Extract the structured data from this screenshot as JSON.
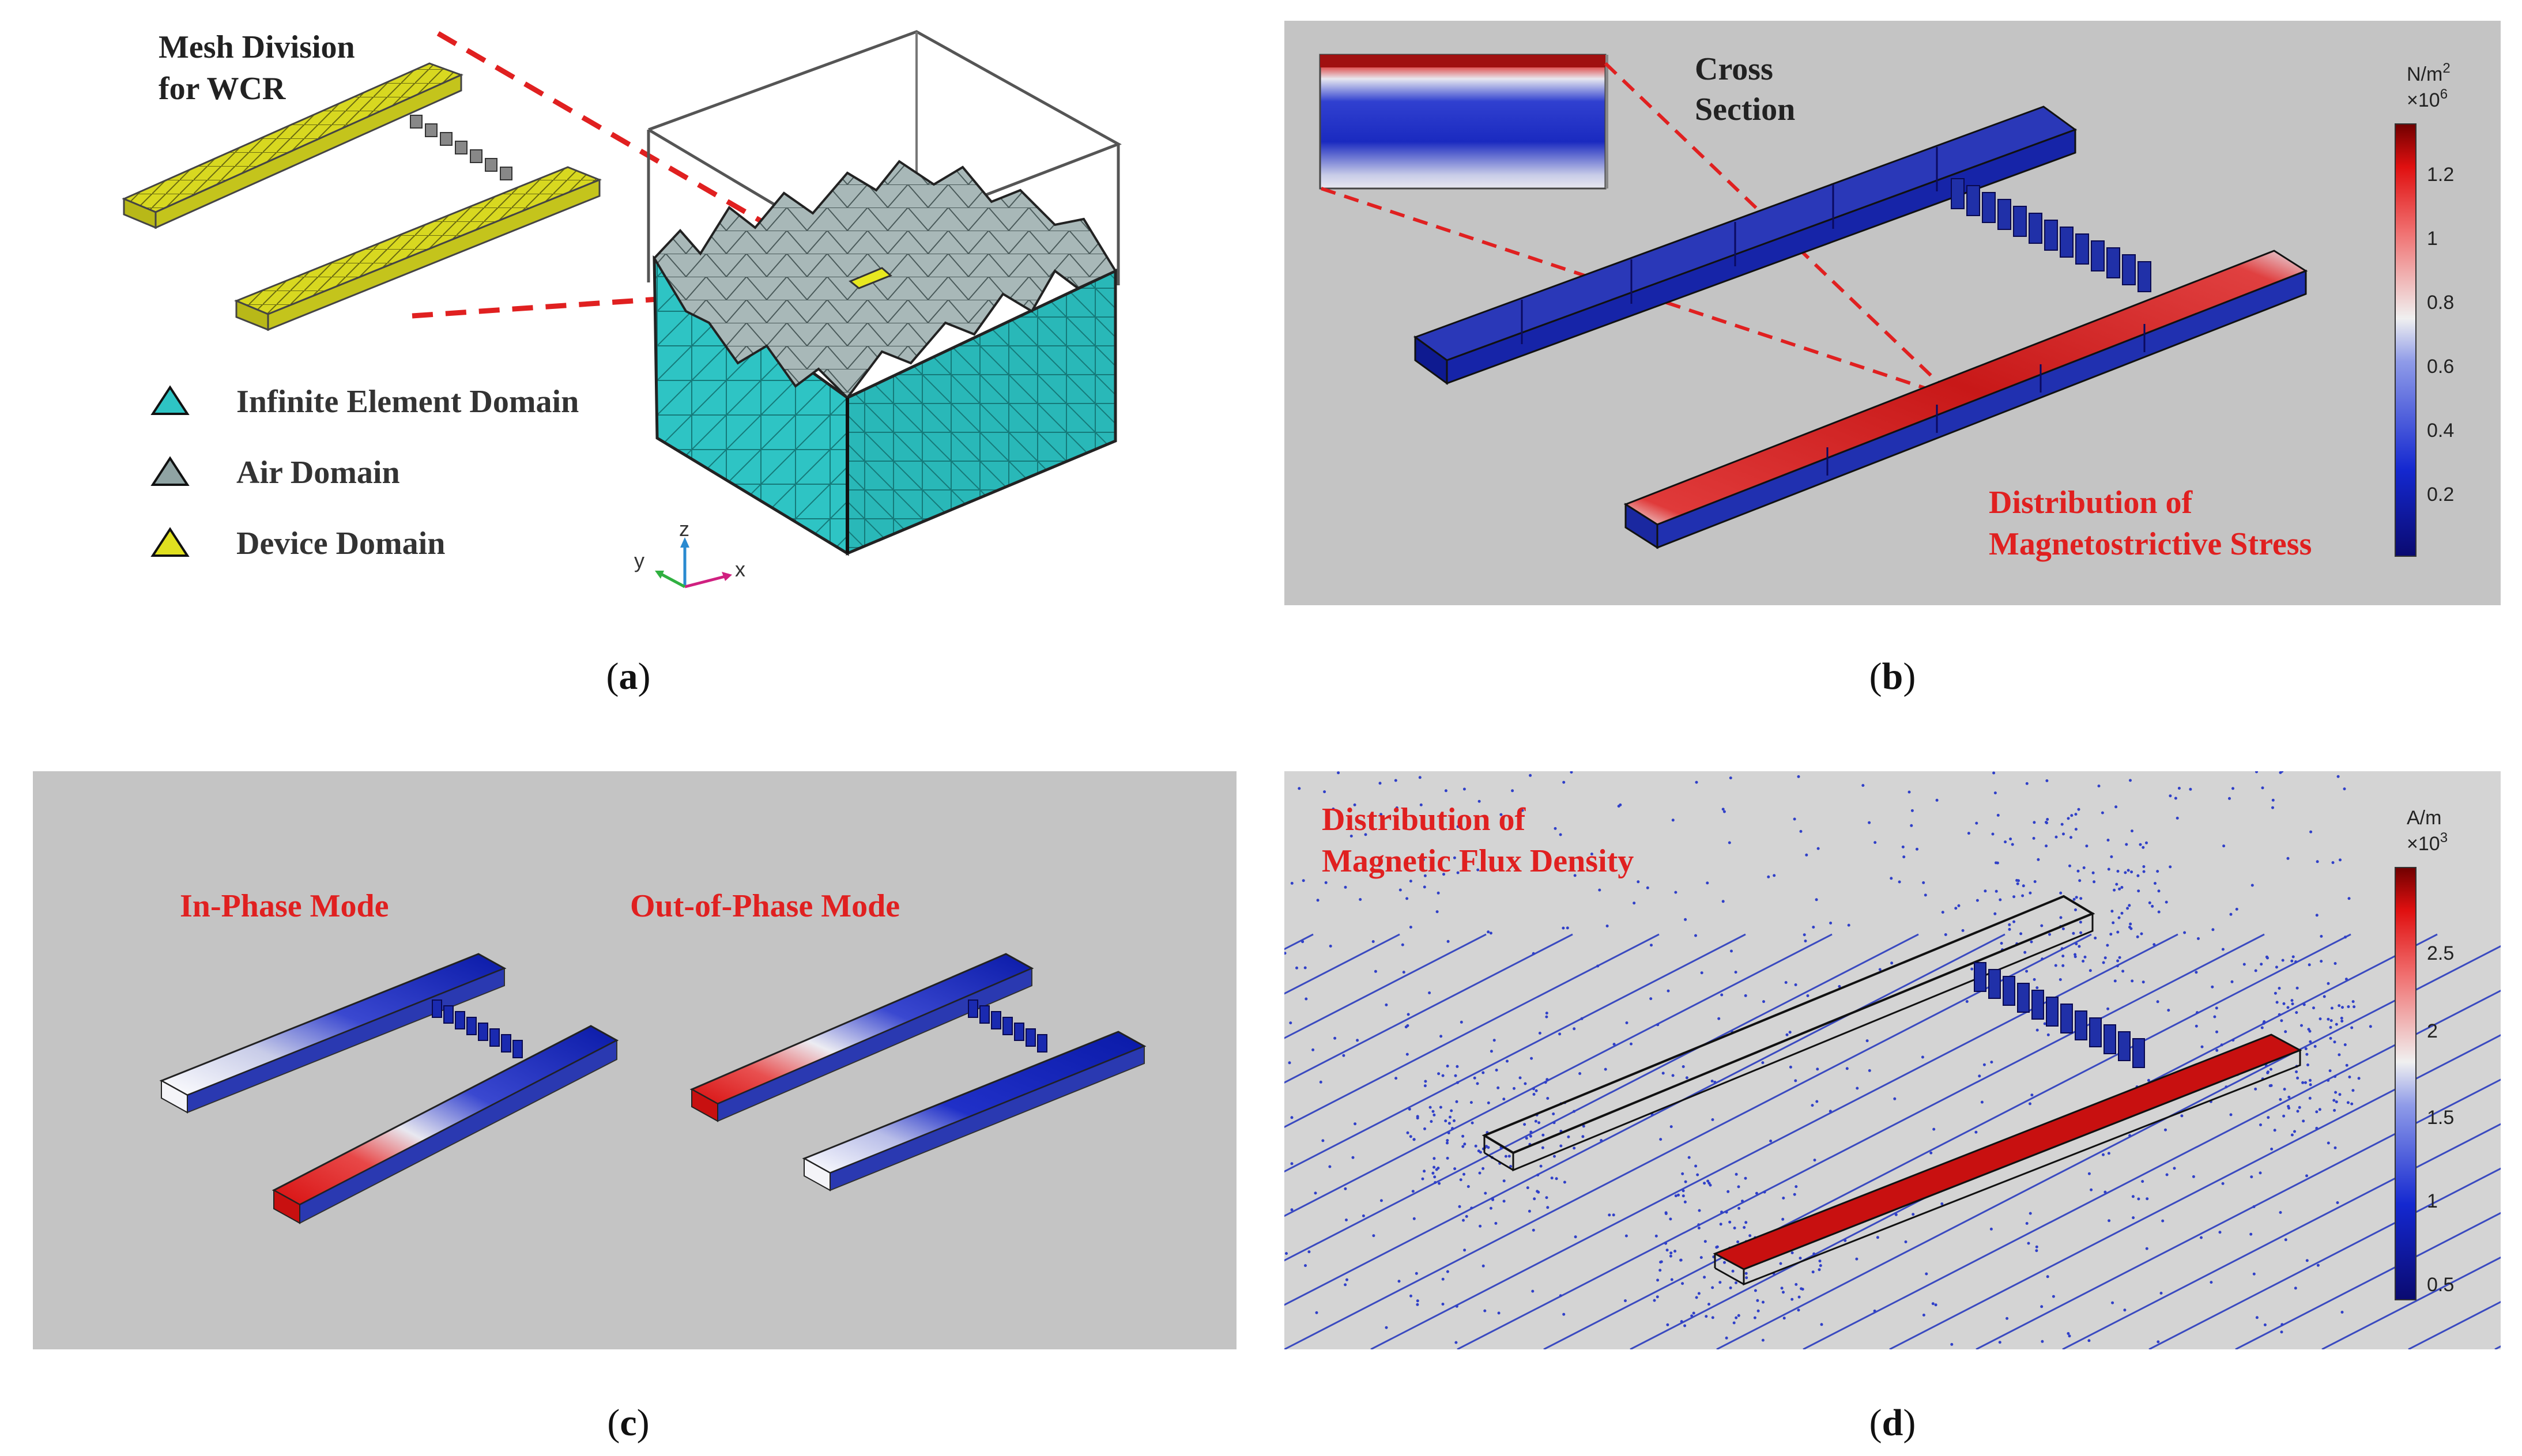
{
  "panel_a": {
    "title_line1": "Mesh Division",
    "title_line2": "for WCR",
    "legend": [
      {
        "label": "Infinite Element Domain",
        "color": "#2ec4c4"
      },
      {
        "label": "Air Domain",
        "color": "#8fa3a3"
      },
      {
        "label": "Device Domain",
        "color": "#e0e020"
      }
    ],
    "axis_z": "z",
    "axis_y": "y",
    "axis_x": "x",
    "caption_open": "(",
    "caption_letter": "a",
    "caption_close": ")"
  },
  "panel_b": {
    "cross_line1": "Cross",
    "cross_line2": "Section",
    "dist_line1": "Distribution of",
    "dist_line2": "Magnetostrictive Stress",
    "unit": "N/m",
    "unit_sup": "2",
    "scale": "×10",
    "scale_sup": "6",
    "ticks": [
      "1.2",
      "1",
      "0.8",
      "0.6",
      "0.4",
      "0.2"
    ],
    "caption_letter": "b"
  },
  "panel_c": {
    "mode1": "In-Phase Mode",
    "mode2": "Out-of-Phase Mode",
    "caption_letter": "c"
  },
  "panel_d": {
    "dist_line1": "Distribution of",
    "dist_line2": "Magnetic Flux Density",
    "unit": "A/m",
    "scale": "×10",
    "scale_sup": "3",
    "ticks": [
      "2.5",
      "2",
      "1.5",
      "1",
      "0.5"
    ],
    "caption_letter": "d"
  },
  "colors": {
    "accent_red": "#e02020",
    "panel_gray": "#c4c4c4",
    "beam_blue": "#1a2ab0",
    "beam_red": "#d01010",
    "mesh_yellow": "#d8d820",
    "cyan": "#2ec4c4"
  }
}
